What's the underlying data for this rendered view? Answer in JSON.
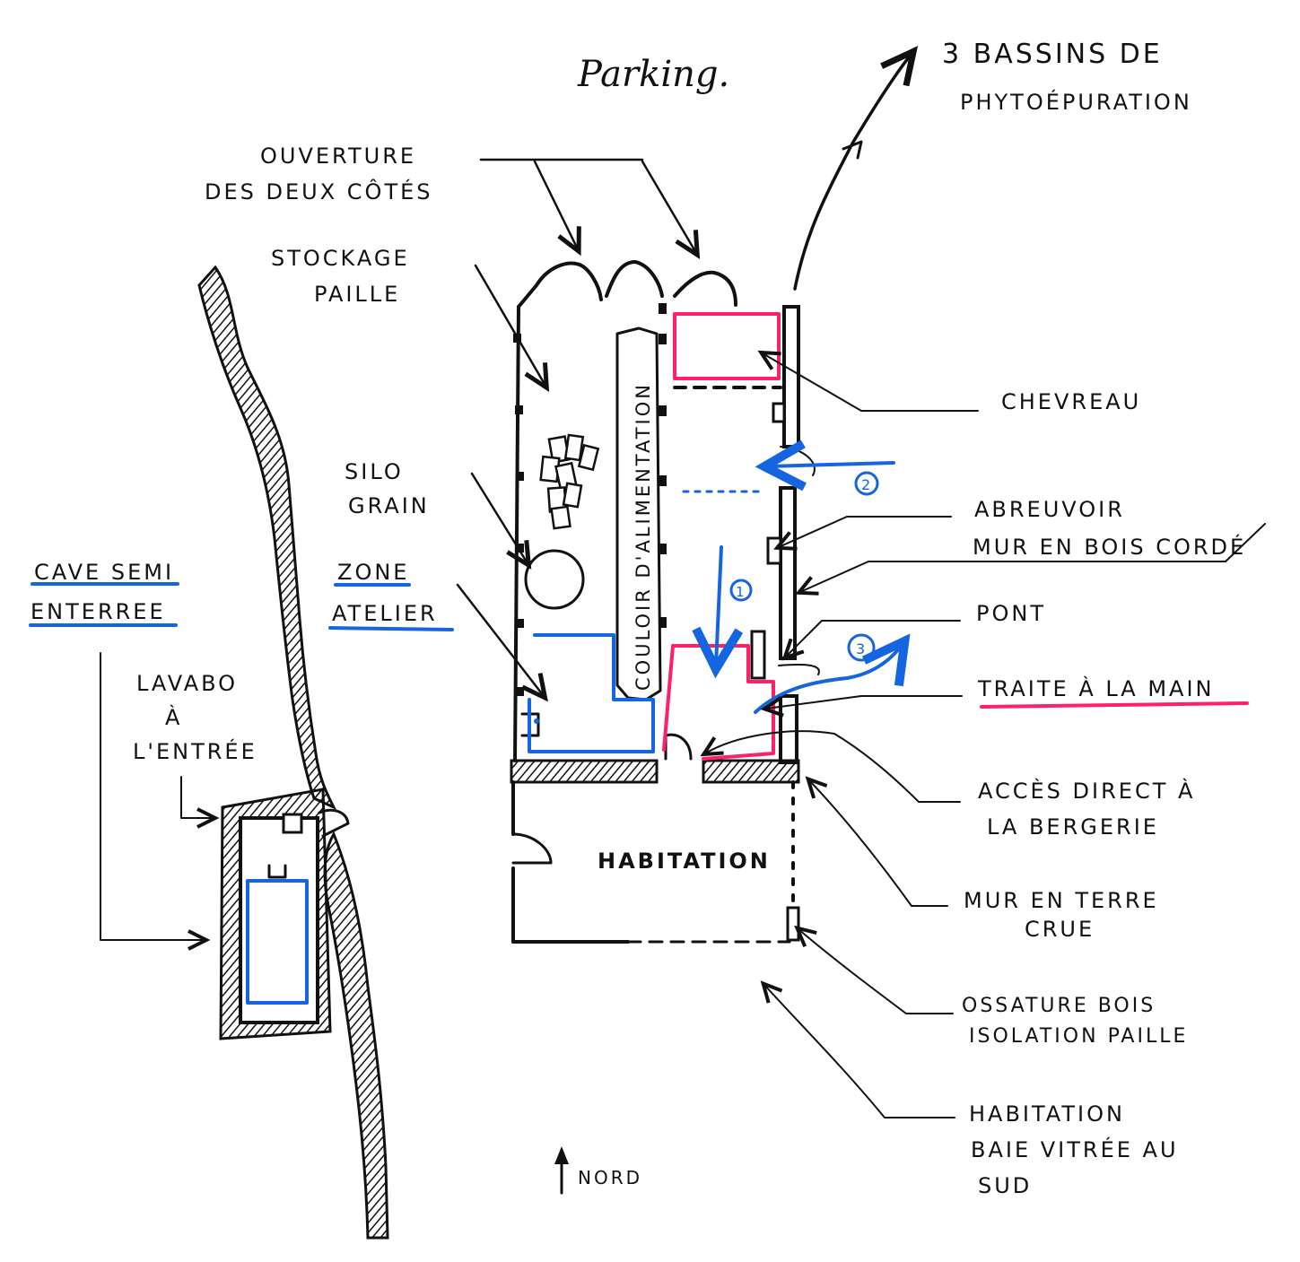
{
  "labels": {
    "parking": "Parking.",
    "bassins_1": "3 BASSINS DE",
    "bassins_2": "PHYTOÉPURATION",
    "ouverture_1": "OUVERTURE",
    "ouverture_2": "DES DEUX CÔTÉS",
    "stockage_1": "STOCKAGE",
    "stockage_2": "PAILLE",
    "silo_1": "SILO",
    "silo_2": "GRAIN",
    "cave_1": "CAVE SEMI",
    "cave_2": "ENTERREE",
    "zone_1": "ZONE",
    "zone_2": "ATELIER",
    "lavabo_1": "LAVABO",
    "lavabo_2": "À",
    "lavabo_3": "L'ENTRÉE",
    "couloir": "COULOIR D'ALIMENTATION",
    "habitation": "HABITATION",
    "chevreau": "CHEVREAU",
    "abreuvoir": "ABREUVOIR",
    "mur_bois": "MUR EN BOIS CORDÉ",
    "pont": "PONT",
    "traite": "TRAITE À LA MAIN",
    "acces_1": "ACCÈS DIRECT À",
    "acces_2": "LA BERGERIE",
    "terre_1": "MUR EN TERRE",
    "terre_2": "CRUE",
    "ossature_1": "OSSATURE BOIS",
    "ossature_2": "ISOLATION PAILLE",
    "baie_1": "HABITATION",
    "baie_2": "BAIE VITRÉE AU",
    "baie_3": "SUD",
    "nord": "NORD",
    "step_1": "1",
    "step_2": "2",
    "step_3": "3"
  },
  "colors": {
    "ink": "#111111",
    "blue": "#1565e0",
    "pink": "#ff1f6b"
  }
}
